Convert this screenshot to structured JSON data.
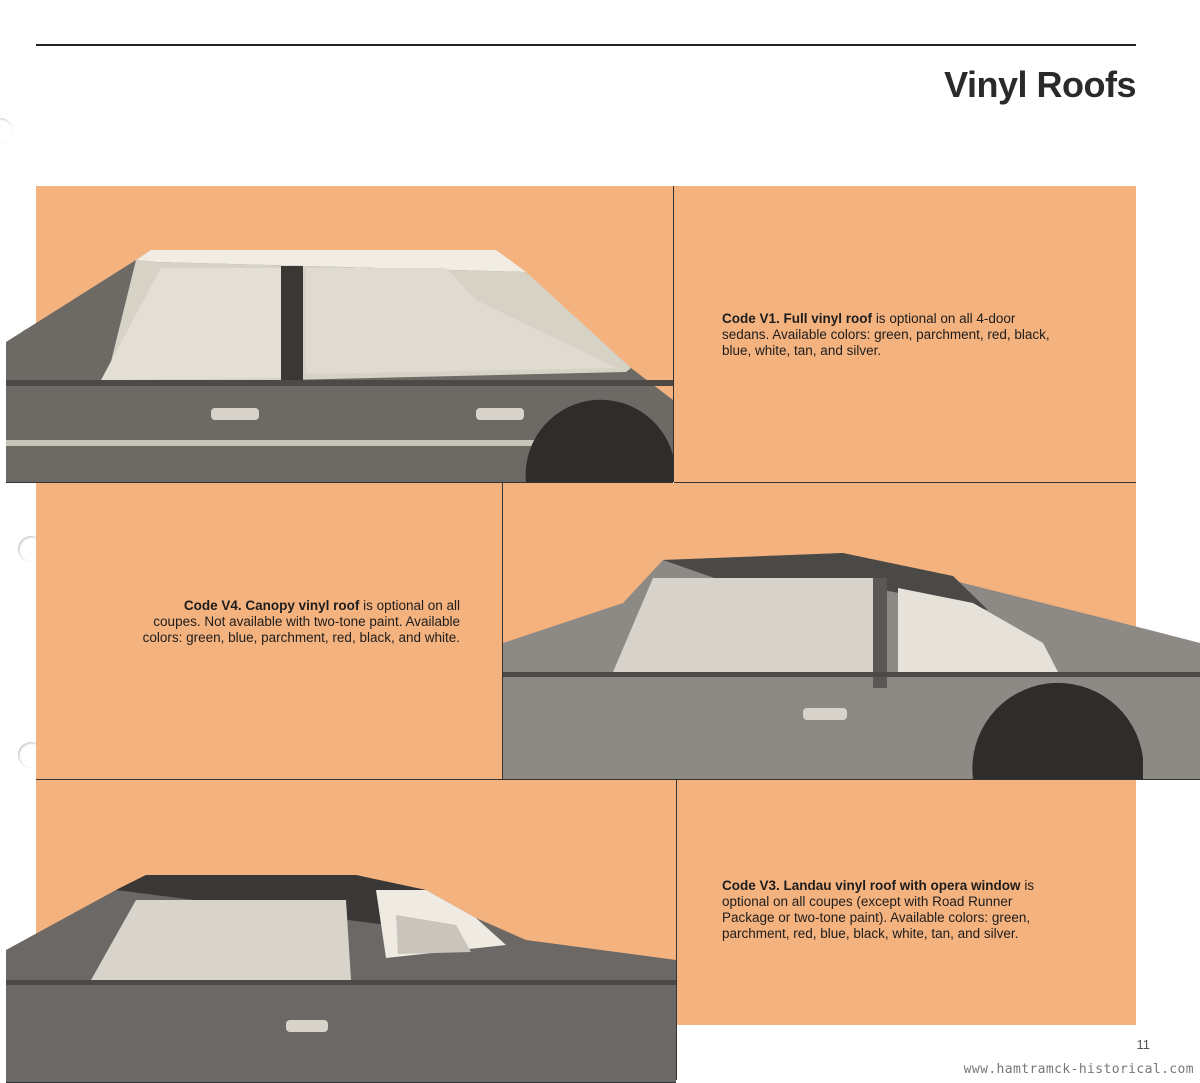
{
  "page": {
    "title": "Vinyl Roofs",
    "page_number": "11",
    "watermark": "www.hamtramck-historical.com"
  },
  "sections": [
    {
      "code": "Code V1.",
      "feature": "Full vinyl roof",
      "description": "is optional on all 4-door sedans. Available colors: green, parchment, red, black, blue, white, tan, and silver."
    },
    {
      "code": "Code V4.",
      "feature": "Canopy vinyl roof",
      "description": "is optional on all coupes. Not available with two-tone paint. Available colors: green, blue, parchment, red, black, and white."
    },
    {
      "code": "Code V3.",
      "feature": "Landau vinyl roof with opera window",
      "description": "is optional on all coupes (except with Road Runner Package or two-tone paint). Available colors: green, parchment, red, blue, black, white, tan, and silver."
    }
  ],
  "colors": {
    "panel": "#f4b27f",
    "rule": "#222222",
    "photo_body": "#6e6e6e"
  }
}
